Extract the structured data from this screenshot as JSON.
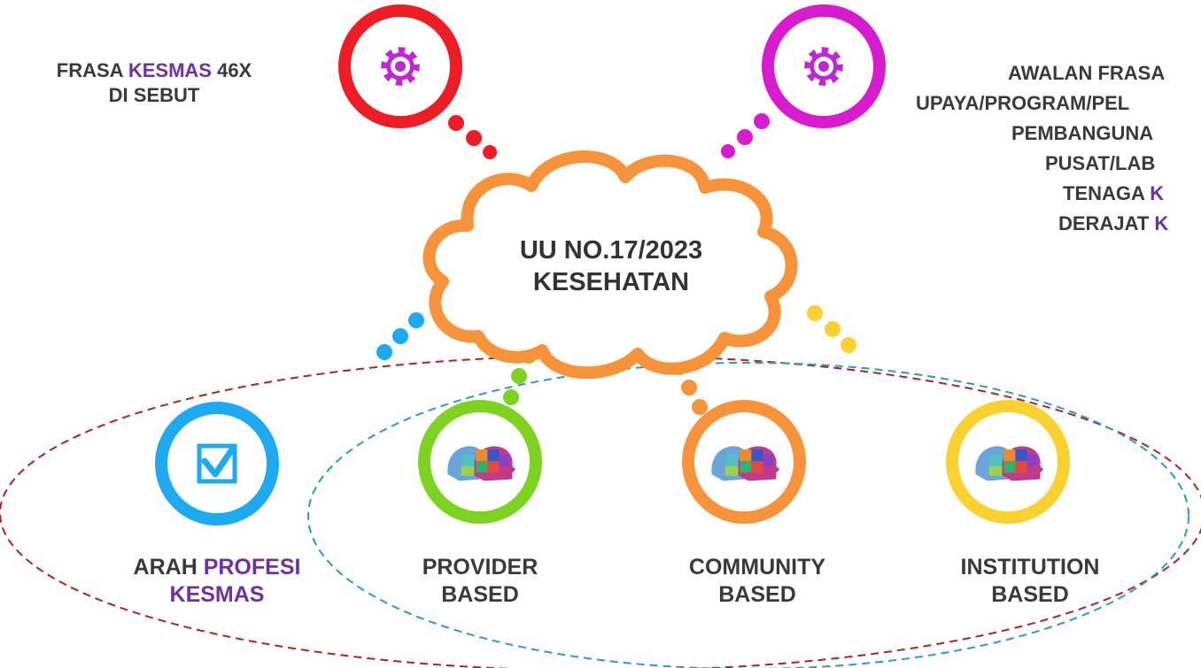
{
  "center": {
    "line1": "UU NO.17/2023",
    "line2": "KESEHATAN"
  },
  "top_left": {
    "line1_prefix": "FRASA ",
    "line1_accent": "KESMAS",
    "line1_suffix": " 46X",
    "line2": "DI SEBUT"
  },
  "top_right": {
    "lines": [
      {
        "text": "AWALAN FRASA",
        "accent": ""
      },
      {
        "text": "UPAYA/PROGRAM/PEL",
        "accent": ""
      },
      {
        "text": "PEMBANGUNA",
        "accent": ""
      },
      {
        "text": "PUSAT/LAB",
        "accent": ""
      },
      {
        "text": "TENAGA ",
        "accent": "K"
      },
      {
        "text": "DERAJAT ",
        "accent": "K"
      }
    ]
  },
  "bottom": [
    {
      "prefix": "ARAH ",
      "accent": "PROFESI",
      "line2": "KESMAS"
    },
    {
      "line1": "PROVIDER",
      "line2": "BASED"
    },
    {
      "line1": "COMMUNITY",
      "line2": "BASED"
    },
    {
      "line1": "INSTITUTION",
      "line2": "BASED"
    }
  ],
  "icons": {
    "top_left": "gear-icon",
    "top_right": "gear-icon",
    "bottom_0": "checkbox-check-icon",
    "bottom_1": "puzzle-heads-icon",
    "bottom_2": "puzzle-heads-icon",
    "bottom_3": "puzzle-heads-icon"
  },
  "colors": {
    "red": "#ee1c25",
    "magenta": "#d91bd0",
    "orange": "#f7933a",
    "blue": "#1eaaf1",
    "green": "#7ed321",
    "yellow": "#fbd12f",
    "purple_text": "#7030a0",
    "gear": "#c026d3",
    "dash_red": "#b22222",
    "dash_blue": "#2a9bc4"
  }
}
